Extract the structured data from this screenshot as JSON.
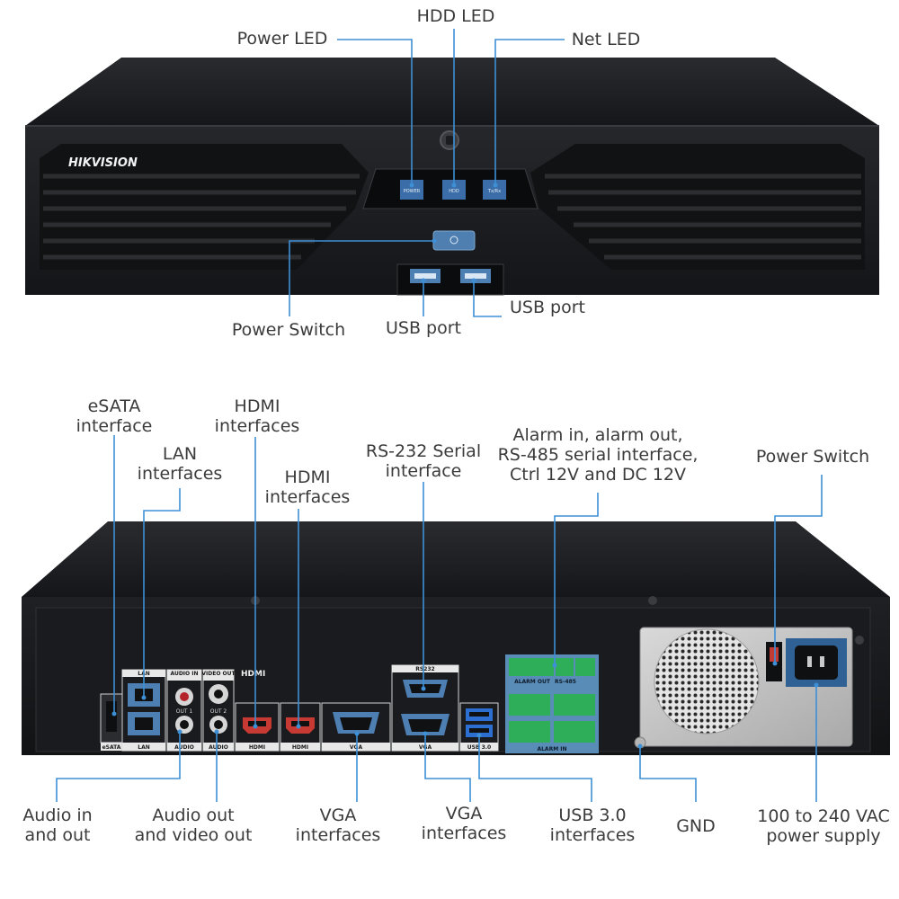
{
  "front_panel": {
    "brand": "HIKVISION",
    "indicators": {
      "power": "POWER",
      "hdd": "HDD",
      "net": "Tx/Rx"
    },
    "callouts": {
      "power_led": "Power LED",
      "hdd_led": "HDD LED",
      "net_led": "Net LED",
      "power_switch": "Power Switch",
      "usb_port_left": "USB port",
      "usb_port_right": "USB port"
    }
  },
  "rear_panel": {
    "port_labels": {
      "esata": "eSATA",
      "lan_top": "LAN",
      "lan_bottom": "LAN",
      "audio_in_top": "AUDIO\nIN",
      "audio_out_top": "OUT 1",
      "audio_bottom": "AUDIO",
      "video_out_top": "VIDEO\nOUT",
      "video_out2": "OUT 2",
      "audio_bottom2": "AUDIO",
      "hdmi_logo": "HDMI",
      "hdmi_1": "HDMI",
      "hdmi_2": "HDMI",
      "vga_1": "VGA",
      "vga_2": "VGA",
      "rs232": "RS232",
      "usb3": "USB 3.0",
      "alarm_out": "ALARM OUT",
      "alarm_in": "ALARM IN",
      "rs485": "RS-485"
    },
    "callouts": {
      "esata": "eSATA\ninterface",
      "lan": "LAN\ninterfaces",
      "hdmi_1": "HDMI\ninterfaces",
      "hdmi_2": "HDMI\ninterfaces",
      "rs232": "RS-232 Serial\ninterface",
      "alarm": "Alarm in, alarm out,\nRS-485 serial interface,\nCtrl 12V and DC 12V",
      "power_switch": "Power Switch",
      "audio_in_out": "Audio in\nand out",
      "audio_video_out": "Audio out\nand video out",
      "vga_1": "VGA\ninterfaces",
      "vga_2": "VGA\ninterfaces",
      "usb3": "USB 3.0\ninterfaces",
      "gnd": "GND",
      "power_supply": "100 to 240 VAC\npower supply"
    }
  },
  "colors": {
    "leader": "#3d8fd6",
    "chassis": "#1c1d20",
    "label_text": "#3b3b3b",
    "alarm_block": "#5a8cb8",
    "terminal_green": "#2fae5a",
    "usb_blue": "#2d6fd1"
  }
}
